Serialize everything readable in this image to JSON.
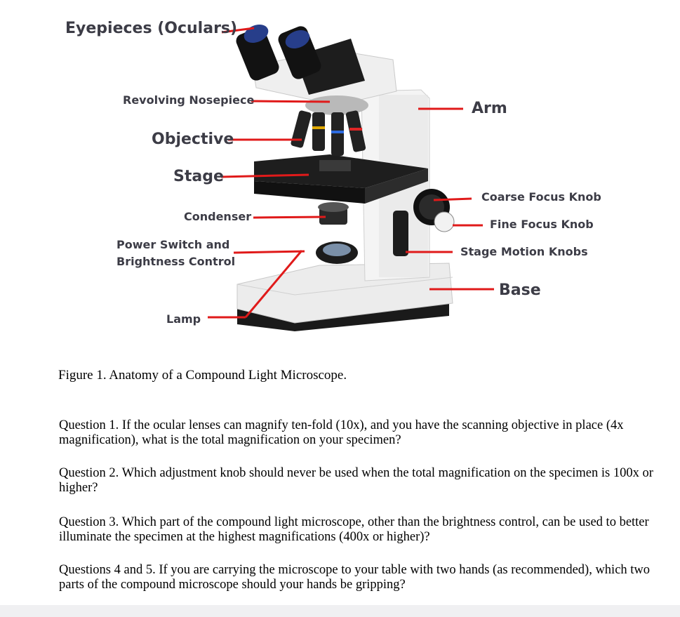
{
  "figure": {
    "labels": {
      "eyepieces": "Eyepieces (Oculars)",
      "nosepiece": "Revolving Nosepiece",
      "objective": "Objective",
      "stage": "Stage",
      "condenser": "Condenser",
      "power_line1": "Power Switch and",
      "power_line2": "Brightness Control",
      "lamp": "Lamp",
      "arm": "Arm",
      "coarse": "Coarse Focus Knob",
      "fine": "Fine Focus Knob",
      "stage_motion": "Stage Motion Knobs",
      "base": "Base"
    },
    "leader_color": "#e01a1a",
    "label_color": "#3c3c46"
  },
  "caption": "Figure 1. Anatomy of a Compound Light Microscope.",
  "questions": [
    "Question 1. If the ocular lenses can magnify ten-fold (10x), and you have the scanning objective in place (4x magnification), what is the total magnification on your specimen?",
    "Question 2. Which adjustment knob should never be used when the total magnification on the specimen is 100x or higher?",
    "Question 3. Which part of the compound light microscope, other than the brightness control, can be used to better illuminate the specimen at the highest magnifications (400x or higher)?",
    "Questions 4 and 5. If you are carrying the microscope to your table with two hands (as recommended), which two parts of the compound microscope should your hands be gripping?"
  ]
}
